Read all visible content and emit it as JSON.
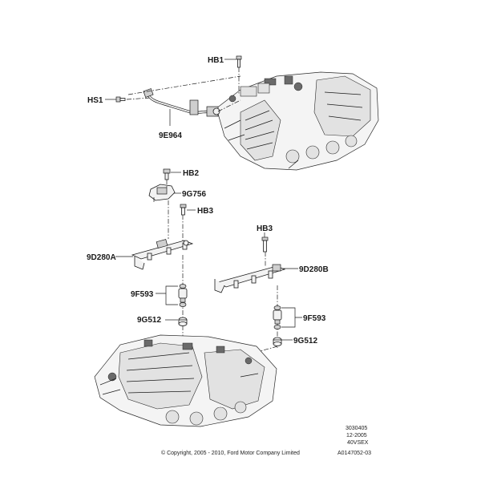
{
  "labels": {
    "hb1": "HB1",
    "hs1": "HS1",
    "p9e964": "9E964",
    "hb2": "HB2",
    "p9g756": "9G756",
    "hb3_left": "HB3",
    "hb3_right": "HB3",
    "p9d280a": "9D280A",
    "p9d280b": "9D280B",
    "p9f593_left": "9F593",
    "p9f593_right": "9F593",
    "p9g512_left": "9G512",
    "p9g512_right": "9G512"
  },
  "info": {
    "line1": "3030405",
    "line2": "12-2005",
    "line3": "40VSEX",
    "line4": "A0147052-03"
  },
  "copyright": "© Copyright, 2005 - 2010, Ford Motor Company Limited"
}
